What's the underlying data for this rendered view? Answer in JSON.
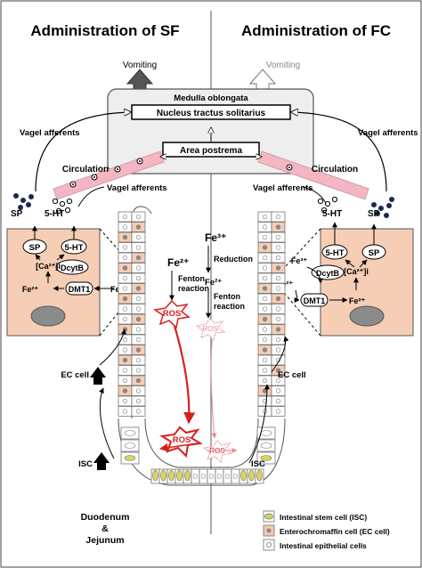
{
  "titles": {
    "left": "Administration of SF",
    "right": "Administration of FC"
  },
  "vomiting": {
    "left": "Vomiting",
    "right": "Vomiting"
  },
  "brainstem": {
    "container": "Medulla oblongata",
    "nts": "Nucleus tractus solitarius",
    "ap": "Area postrema"
  },
  "vagal_afferents": {
    "top_left": "Vagel afferents",
    "top_right": "Vagel afferents",
    "mid_left": "Vagel afferents",
    "mid_right": "Vagel afferents"
  },
  "circulation": {
    "left": "Circulation",
    "right": "Circulation"
  },
  "neuro": {
    "sp": "SP",
    "ht": "5-HT"
  },
  "ec_cell": {
    "ca": "[Ca²⁺]i",
    "dcytb": "DcytB",
    "dmt1": "DMT1",
    "fe2": "Fe²⁺",
    "fe3": "Fe³⁺"
  },
  "pathway_left": {
    "fe": "Fe²⁺",
    "fenton": [
      "Fenton",
      "reaction"
    ],
    "ros": "ROS"
  },
  "pathway_right": {
    "fe3": "Fe³⁺",
    "reduction": "Reduction",
    "fe2": "Fe²⁺",
    "fenton": [
      "Fenton",
      "reaction"
    ],
    "ros": "ROS"
  },
  "labels": {
    "ec_left": "EC cell",
    "ec_right": "EC cell",
    "isc_left": "ISC",
    "isc_right": "ISC",
    "bottom_ros_left": "ROS",
    "bottom_ros_right": "ROS"
  },
  "location": {
    "line1": "Duodenum",
    "line2": "&",
    "line3": "Jejunum"
  },
  "legend": [
    {
      "label": "Intestinal stem cell (ISC)",
      "color": "#d8d35a"
    },
    {
      "label": "Enterochromaffin cell (EC cell)",
      "color": "#f2c9ae"
    },
    {
      "label": "Intestinal epithelial cells",
      "color": "#ffffff"
    }
  ],
  "colors": {
    "ec_panel": "#f6cdb5",
    "pink_band": "#f4b6c2",
    "brain_box": "#eeeeee",
    "ros_red": "#d71f1f",
    "isc_yellow": "#d8d35a",
    "nucleus_gray": "#8b8b8b"
  }
}
